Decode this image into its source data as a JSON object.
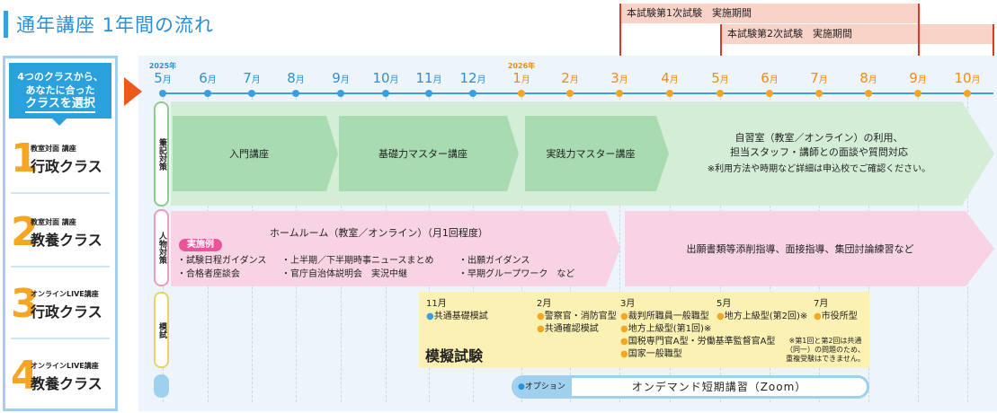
{
  "header": {
    "title": "通年講座 1年間の流れ"
  },
  "exams": {
    "first": "本試験第1次試験　実施期間",
    "second": "本試験第2次試験　実施期間"
  },
  "left": {
    "select_line1": "4つのクラスから、",
    "select_line2": "あなたに合った",
    "select_line3": "クラスを選択",
    "courses": [
      {
        "num": "1",
        "sub": "教室対面 講座",
        "name": "行政クラス"
      },
      {
        "num": "2",
        "sub": "教室対面 講座",
        "name": "教養クラス"
      },
      {
        "num": "3",
        "sub": "オンラインLIVE講座",
        "name": "行政クラス"
      },
      {
        "num": "4",
        "sub": "オンラインLIVE講座",
        "name": "教養クラス"
      }
    ]
  },
  "timeline": {
    "year1": "2025年",
    "year2": "2026年",
    "months": [
      {
        "n": "5",
        "u": "月"
      },
      {
        "n": "6",
        "u": "月"
      },
      {
        "n": "7",
        "u": "月"
      },
      {
        "n": "8",
        "u": "月"
      },
      {
        "n": "9",
        "u": "月"
      },
      {
        "n": "10",
        "u": "月"
      },
      {
        "n": "11",
        "u": "月"
      },
      {
        "n": "12",
        "u": "月"
      },
      {
        "n": "1",
        "u": "月"
      },
      {
        "n": "2",
        "u": "月"
      },
      {
        "n": "3",
        "u": "月"
      },
      {
        "n": "4",
        "u": "月"
      },
      {
        "n": "5",
        "u": "月"
      },
      {
        "n": "6",
        "u": "月"
      },
      {
        "n": "7",
        "u": "月"
      },
      {
        "n": "8",
        "u": "月"
      },
      {
        "n": "9",
        "u": "月"
      },
      {
        "n": "10",
        "u": "月"
      }
    ]
  },
  "rows": {
    "written": {
      "label": "筆記対策",
      "a1": "入門講座",
      "a2": "基礎力マスター講座",
      "a3": "実践力マスター講座",
      "a4_l1": "自習室（教室／オンライン）の利用、",
      "a4_l2": "担当スタッフ・講師との面談や質問対応",
      "a4_l3": "※利用方法や時期など詳細は申込校でご確認ください。"
    },
    "person": {
      "label": "人物対策",
      "homeroom": "ホームルーム（教室／オンライン）（月1回程度）",
      "badge": "実施例",
      "c1a": "・試験日程ガイダンス",
      "c1b": "・合格者座談会",
      "c2a": "・上半期／下半期時事ニュースまとめ",
      "c2b": "・官庁自治体説明会　実況中継",
      "c3a": "・出願ガイダンス",
      "c3b": "・早期グループワーク　など",
      "right": "出願書類等添削指導、面接指導、集団討論練習など"
    },
    "mock": {
      "label": "模試",
      "title": "模擬試験",
      "m11": "11月",
      "m11a": "共通基礎模試",
      "m2": "2月",
      "m2a": "警察官・消防官型",
      "m2b": "共通確認模試",
      "m3": "3月",
      "m3a": "裁判所職員一般職型",
      "m3b": "地方上級型(第1回)※",
      "m3c": "国税専門官A型・労働基準監督官A型",
      "m3d": "国家一般職型",
      "m5": "5月",
      "m5a": "地方上級型(第2回)※",
      "m7": "7月",
      "m7a": "市役所型",
      "note1": "※第1回と第2回は共通",
      "note2": "（同一）の問題のため、",
      "note3": "重複受験はできません。"
    },
    "option": {
      "label": "オプション",
      "text": "オンデマンド短期講習（Zoom）"
    }
  },
  "colors": {
    "blue": "#3aa0dd",
    "orange": "#f5a623",
    "green": "#a8dcb0",
    "pink": "#f8d3e3",
    "yellow": "#fbf1b3",
    "red": "#d9392b"
  }
}
